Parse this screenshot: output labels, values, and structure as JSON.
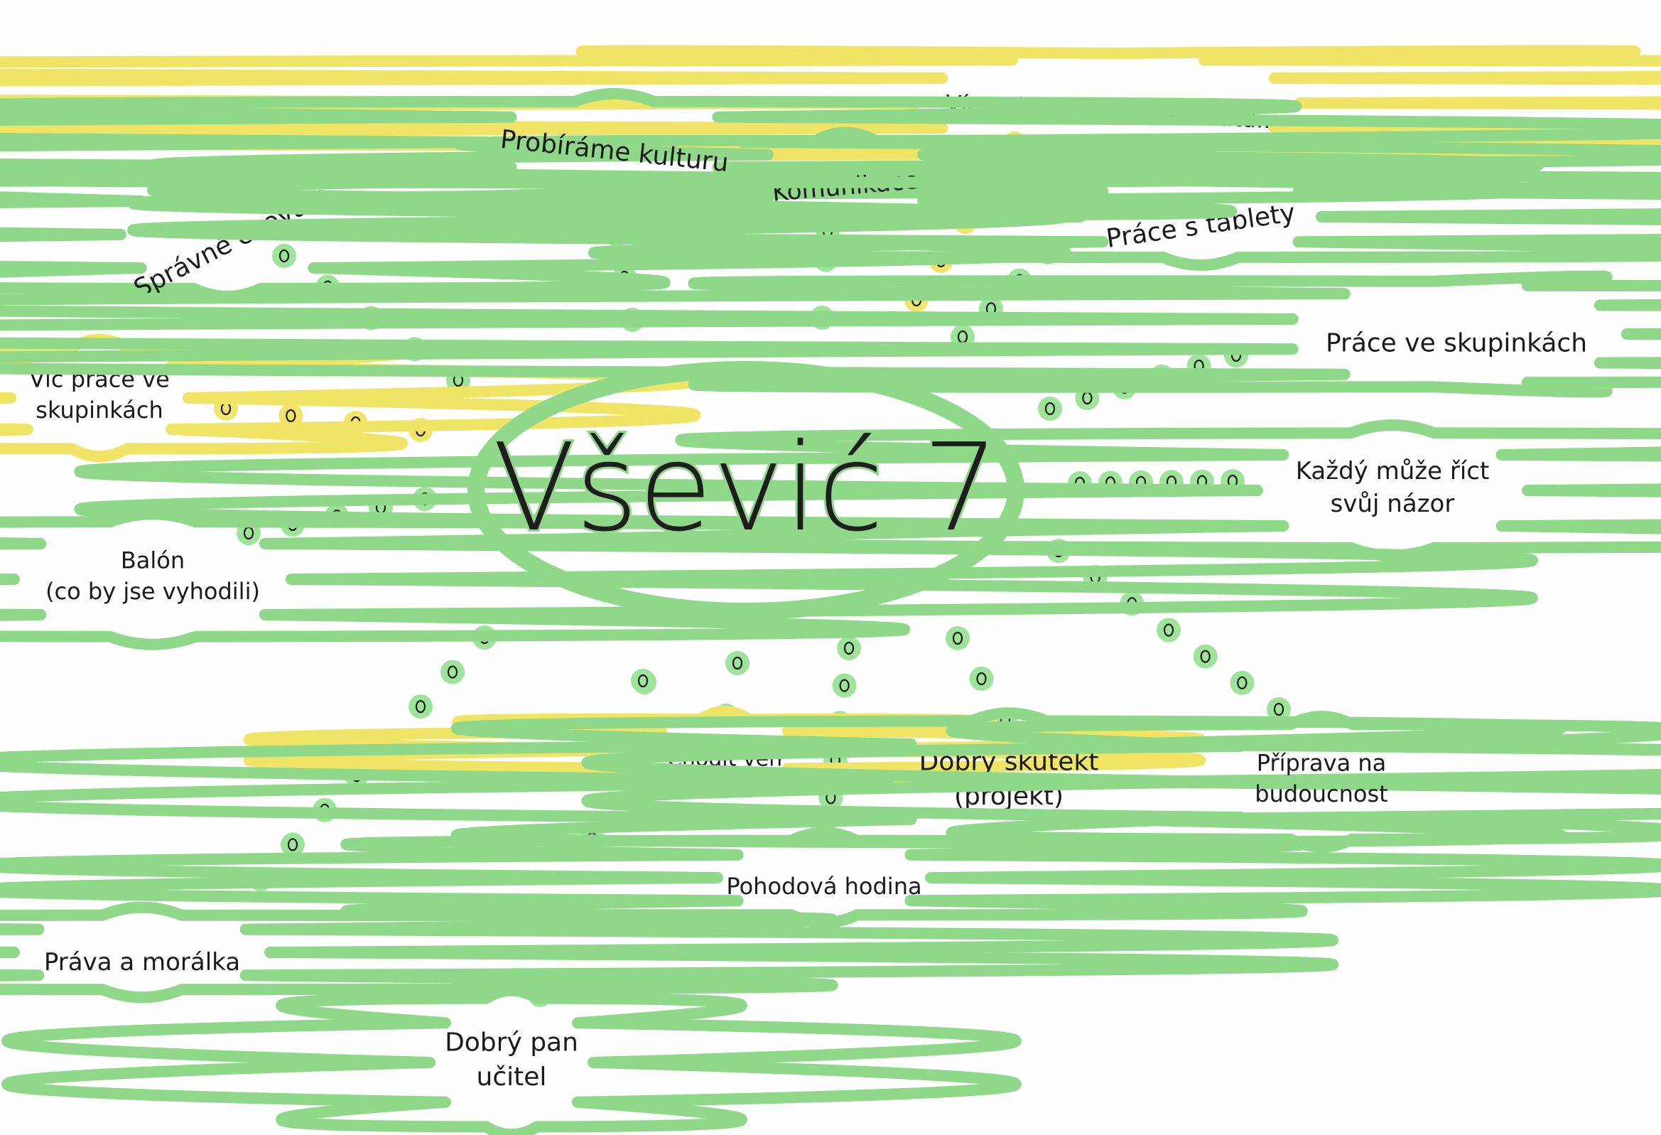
{
  "title": "Všević 7",
  "colors": {
    "green_cloud": "#8fd88a",
    "green_dot": "#9ee39a",
    "yellow_cloud": "#efe466",
    "yellow_dot": "#f2e46a",
    "ink": "#1a1a1a",
    "paper": "#fefefe"
  },
  "nodes": [
    {
      "id": "spravne-chovani",
      "lines": [
        "Správné chování"
      ],
      "color": "green"
    },
    {
      "id": "vic-prace-ve-skupinkach-left",
      "lines": [
        "Víc práce ve",
        "skupinkách"
      ],
      "color": "yellow"
    },
    {
      "id": "balon",
      "lines": [
        "Balón",
        "(co by jse vyhodili)"
      ],
      "color": "green"
    },
    {
      "id": "prava-a-moralka",
      "lines": [
        "Práva a morálka"
      ],
      "color": "green"
    },
    {
      "id": "dobry-pan-ucitel",
      "lines": [
        "Dobrý pan",
        "učitel"
      ],
      "color": "green"
    },
    {
      "id": "chodit-ven",
      "lines": [
        "Chodit ven"
      ],
      "color": "yellow"
    },
    {
      "id": "pohodova-hodina",
      "lines": [
        "Pohodová hodina"
      ],
      "color": "green"
    },
    {
      "id": "dobry-skutek",
      "lines": [
        "Dobrý skutekt",
        "(projekt)"
      ],
      "color": "green"
    },
    {
      "id": "priprava-na-budoucnost",
      "lines": [
        "Příprava na",
        "budoucnost"
      ],
      "color": "green"
    },
    {
      "id": "kazdy-muze-rict",
      "lines": [
        "Každý může říct",
        "svůj názor"
      ],
      "color": "green"
    },
    {
      "id": "prace-ve-skupinkach-right",
      "lines": [
        "Práce ve skupinkách"
      ],
      "color": "green"
    },
    {
      "id": "prace-s-tablety",
      "lines": [
        "Práce s tablety"
      ],
      "color": "green"
    },
    {
      "id": "vic-praci-jako-ten-balon",
      "lines": [
        "Víc prácí jako ten balón atd.."
      ],
      "color": "yellow"
    },
    {
      "id": "komunikace",
      "lines": [
        "Komunikace"
      ],
      "color": "green"
    },
    {
      "id": "probirame-kulturu",
      "lines": [
        "Probíráme kulturu"
      ],
      "color": "green"
    }
  ]
}
